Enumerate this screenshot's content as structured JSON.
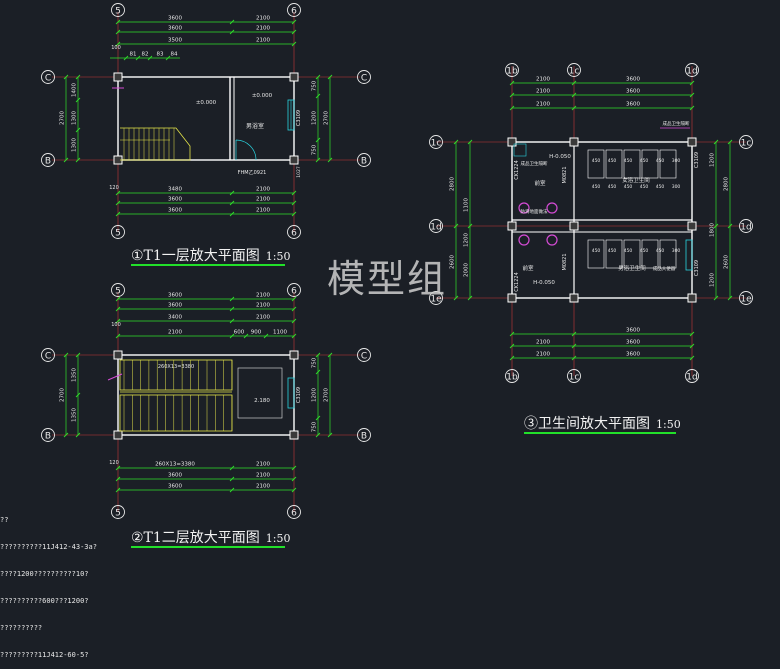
{
  "watermark": "模型组",
  "plans": {
    "first_floor": {
      "title": "①T1一层放大平面图",
      "scale": "1:50",
      "grid_cols": [
        "5",
        "6"
      ],
      "grid_rows": [
        "C",
        "B"
      ],
      "top_dims": [
        "3600",
        "2100",
        "3600",
        "2100",
        "3500",
        "2100",
        "100"
      ],
      "bottom_dims": [
        "3480",
        "2100",
        "3600",
        "2100",
        "3600",
        "2100",
        "120",
        "120"
      ],
      "left_dims": [
        "2700",
        "1400",
        "1300",
        "1300"
      ],
      "right_dims": [
        "2700",
        "750",
        "1200",
        "750"
      ],
      "steps": [
        "81",
        "82",
        "83",
        "84"
      ],
      "level_1": "±0.000",
      "level_2": "±0.000",
      "room_label": "男浴室",
      "door_tag": "FHM乙0921",
      "window_tag": "C3109",
      "small_dims": [
        "1027",
        "250",
        "100"
      ]
    },
    "second_floor": {
      "title": "②T1二层放大平面图",
      "scale": "1:50",
      "grid_cols": [
        "5",
        "6"
      ],
      "grid_rows": [
        "C",
        "B"
      ],
      "top_dims": [
        "3600",
        "2100",
        "3600",
        "2100",
        "3400",
        "2100",
        "100"
      ],
      "mid_dims": [
        "2100",
        "600",
        "900",
        "1100"
      ],
      "stair_note": "260X13=3380",
      "level": "2.180",
      "bottom_dims": [
        "260X13=3380",
        "2100",
        "3600",
        "2100",
        "3600",
        "2100",
        "120"
      ],
      "left_dims": [
        "2700",
        "1350",
        "1350"
      ],
      "right_dims": [
        "2700",
        "750",
        "1200",
        "750"
      ],
      "window_tag": "C3109"
    },
    "toilet": {
      "title": "③卫生间放大平面图",
      "scale": "1:50",
      "grid_cols": [
        "1b",
        "1c",
        "1d"
      ],
      "grid_rows": [
        "1c",
        "1d",
        "1e"
      ],
      "top_dims": [
        "2100",
        "3600",
        "2100",
        "3600",
        "2100",
        "3600"
      ],
      "bottom_dims": [
        "3600",
        "2100",
        "3600",
        "2100",
        "3600",
        "2100"
      ],
      "left_dims": [
        "2800",
        "2600",
        "1100",
        "1200",
        "2000"
      ],
      "right_dims": [
        "2800",
        "2600",
        "1200",
        "1800",
        "1200"
      ],
      "level_1": "H-0.050",
      "level_2": "H-0.050",
      "rooms": [
        "女浴卫生间",
        "男浴卫生间",
        "前室",
        "前室"
      ],
      "fixture_dims": [
        "450",
        "450",
        "450",
        "450",
        "450",
        "300"
      ],
      "labels": [
        "防滑地面做法",
        "成品卫生隔断",
        "成品卫生隔断",
        "成品大便器"
      ],
      "tags": [
        "CK1224",
        "CK1224",
        "M0821",
        "M0821",
        "C3109",
        "C3109"
      ]
    }
  },
  "notes": [
    "??",
    "??????????11J412-43-3a?",
    "????1200??????????10?",
    "??????????600???1200?",
    "??????????",
    "?????????11J412-60-5?"
  ],
  "colors": {
    "background": "#1b1f26",
    "wall": "#ffffff",
    "dimension": "#2ee02a",
    "axis": "#e8e8e8",
    "axis_line": "#c73838",
    "text": "#e8e8e8",
    "fixture": "#d44bd4",
    "stair": "#e6e64a",
    "window": "#2ad4e0"
  }
}
